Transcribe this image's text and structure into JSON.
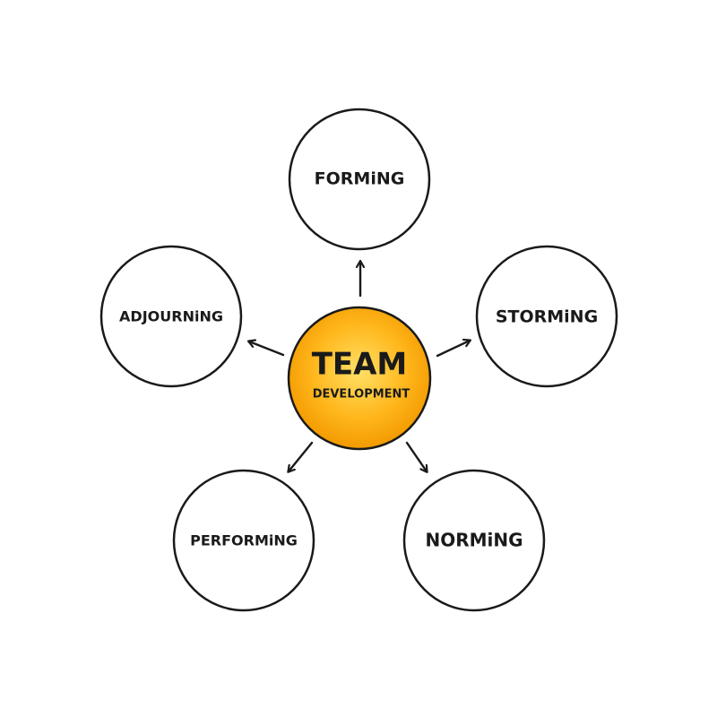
{
  "center": {
    "title": "TEAM",
    "subtitle": "DEVELOPMENT"
  },
  "stages": [
    {
      "id": "forming",
      "label": "FORMiNG"
    },
    {
      "id": "storming",
      "label": "STORMiNG"
    },
    {
      "id": "norming",
      "label": "NORMiNG"
    },
    {
      "id": "performing",
      "label": "PERFORMiNG"
    },
    {
      "id": "adjourning",
      "label": "ADJOURNiNG"
    }
  ],
  "colors": {
    "center_fill_inner": "#ffd84a",
    "center_fill_outer": "#f5a000",
    "stroke": "#1a1a1a",
    "background": "#ffffff"
  }
}
